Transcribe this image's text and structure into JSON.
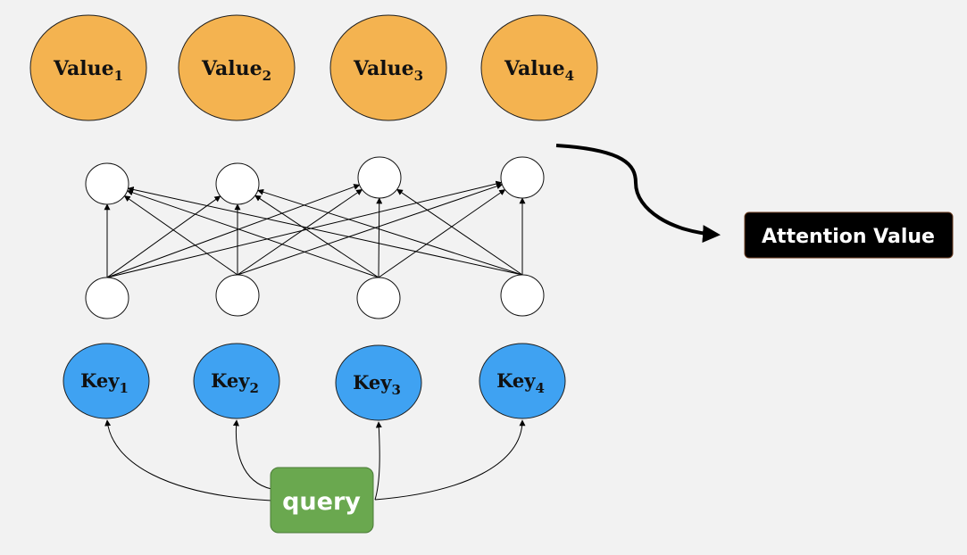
{
  "values": [
    {
      "label": "Value",
      "sub": "1"
    },
    {
      "label": "Value",
      "sub": "2"
    },
    {
      "label": "Value",
      "sub": "3"
    },
    {
      "label": "Value",
      "sub": "4"
    }
  ],
  "keys": [
    {
      "label": "Key",
      "sub": "1"
    },
    {
      "label": "Key",
      "sub": "2"
    },
    {
      "label": "Key",
      "sub": "3"
    },
    {
      "label": "Key",
      "sub": "4"
    }
  ],
  "query": {
    "label": "query"
  },
  "output": {
    "label": "Attention Value"
  },
  "colors": {
    "value_fill": "#f4b350",
    "key_fill": "#3fa2f2",
    "query_fill": "#6aa84f",
    "output_fill": "#000000",
    "background": "#f2f2f2"
  }
}
